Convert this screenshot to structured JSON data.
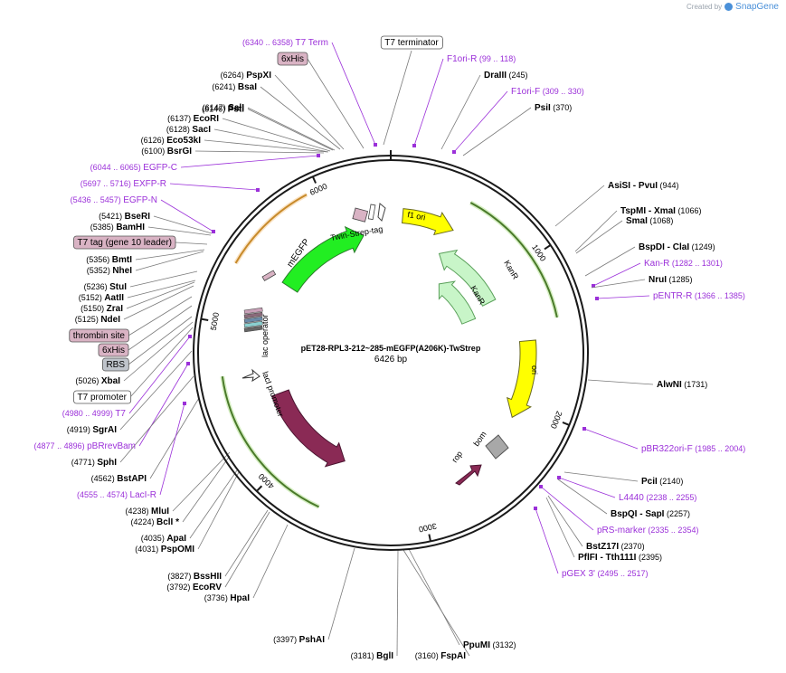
{
  "credit": {
    "prefix": "Created by",
    "brand": "SnapGene",
    "icon": "snapgene-logo-icon"
  },
  "plasmid": {
    "name": "pET28-RPL3-212~285-mEGFP(A206K)-TwStrep",
    "length_label": "6426 bp",
    "length": 6426
  },
  "colors": {
    "backbone": "#1a1a1a",
    "site_text": "#000000",
    "primer": "#9b30d9",
    "feature_box": "#d9b3c4",
    "grey_box": "#bfc4cb"
  },
  "ticks": [
    "1000",
    "2000",
    "3000",
    "4000",
    "5000",
    "6000"
  ],
  "labels": [
    {
      "kind": "primer",
      "range": "(6340 .. 6358)",
      "name": "T7 Term"
    },
    {
      "kind": "featurebox",
      "name": "6xHis"
    },
    {
      "kind": "site",
      "pos": "(6264)",
      "name": "PspXI"
    },
    {
      "kind": "site",
      "pos": "(6241)",
      "name": "BsaI"
    },
    {
      "kind": "site",
      "pos": "(6147)",
      "name": "SalI"
    },
    {
      "kind": "site",
      "pos": "(6146)",
      "name": "PstI"
    },
    {
      "kind": "site",
      "pos": "(6137)",
      "name": "EcoRI"
    },
    {
      "kind": "site",
      "pos": "(6128)",
      "name": "SacI"
    },
    {
      "kind": "site",
      "pos": "(6126)",
      "name": "Eco53kI"
    },
    {
      "kind": "site",
      "pos": "(6100)",
      "name": "BsrGI"
    },
    {
      "kind": "primer",
      "range": "(6044 .. 6065)",
      "name": "EGFP-C"
    },
    {
      "kind": "primer",
      "range": "(5697 .. 5716)",
      "name": "EXFP-R"
    },
    {
      "kind": "primer",
      "range": "(5436 .. 5457)",
      "name": "EGFP-N"
    },
    {
      "kind": "site",
      "pos": "(5421)",
      "name": "BseRI"
    },
    {
      "kind": "site",
      "pos": "(5385)",
      "name": "BamHI"
    },
    {
      "kind": "featurebox",
      "name": "T7 tag (gene 10 leader)"
    },
    {
      "kind": "site",
      "pos": "(5356)",
      "name": "BmtI"
    },
    {
      "kind": "site",
      "pos": "(5352)",
      "name": "NheI"
    },
    {
      "kind": "site",
      "pos": "(5236)",
      "name": "StuI"
    },
    {
      "kind": "site",
      "pos": "(5152)",
      "name": "AatII"
    },
    {
      "kind": "site",
      "pos": "(5150)",
      "name": "ZraI"
    },
    {
      "kind": "site",
      "pos": "(5125)",
      "name": "NdeI"
    },
    {
      "kind": "featurebox",
      "name": "thrombin site"
    },
    {
      "kind": "featurebox",
      "name": "6xHis"
    },
    {
      "kind": "greybox",
      "name": "RBS"
    },
    {
      "kind": "site",
      "pos": "(5026)",
      "name": "XbaI"
    },
    {
      "kind": "whitebox",
      "name": "T7 promoter"
    },
    {
      "kind": "primer",
      "range": "(4980 .. 4999)",
      "name": "T7"
    },
    {
      "kind": "site",
      "pos": "(4919)",
      "name": "SgrAI"
    },
    {
      "kind": "primer",
      "range": "(4877 .. 4896)",
      "name": "pBRrevBam"
    },
    {
      "kind": "site",
      "pos": "(4771)",
      "name": "SphI"
    },
    {
      "kind": "site",
      "pos": "(4562)",
      "name": "BstAPI"
    },
    {
      "kind": "primer",
      "range": "(4555 .. 4574)",
      "name": "LacI-R"
    },
    {
      "kind": "site",
      "pos": "(4238)",
      "name": "MluI"
    },
    {
      "kind": "site",
      "pos": "(4224)",
      "name": "BclI *"
    },
    {
      "kind": "site",
      "pos": "(4035)",
      "name": "ApaI"
    },
    {
      "kind": "site",
      "pos": "(4031)",
      "name": "PspOMI"
    },
    {
      "kind": "site",
      "pos": "(3827)",
      "name": "BssHII"
    },
    {
      "kind": "site",
      "pos": "(3792)",
      "name": "EcoRV"
    },
    {
      "kind": "site",
      "pos": "(3736)",
      "name": "HpaI"
    },
    {
      "kind": "site",
      "pos": "(3397)",
      "name": "PshAI"
    },
    {
      "kind": "site",
      "pos": "(3181)",
      "name": "BglI"
    },
    {
      "kind": "site",
      "pos": "(3160)",
      "name": "FspAI"
    },
    {
      "kind": "site",
      "pos": "(3132)",
      "name": "PpuMI"
    },
    {
      "kind": "whitebox",
      "name": "T7 terminator"
    },
    {
      "kind": "primer",
      "range": "(99 .. 118)",
      "name": "F1ori-R"
    },
    {
      "kind": "site",
      "pos": "(245)",
      "name": "DraIII"
    },
    {
      "kind": "primer",
      "range": "(309 .. 330)",
      "name": "F1ori-F"
    },
    {
      "kind": "site",
      "pos": "(370)",
      "name": "PsiI"
    },
    {
      "kind": "site",
      "pos": "(944)",
      "name": "AsiSI - PvuI"
    },
    {
      "kind": "site",
      "pos": "(1066)",
      "name": "TspMI - XmaI"
    },
    {
      "kind": "site",
      "pos": "(1068)",
      "name": "SmaI"
    },
    {
      "kind": "site",
      "pos": "(1249)",
      "name": "BspDI - ClaI"
    },
    {
      "kind": "primer",
      "range": "(1282 .. 1301)",
      "name": "Kan-R"
    },
    {
      "kind": "site",
      "pos": "(1285)",
      "name": "NruI"
    },
    {
      "kind": "primer",
      "range": "(1366 .. 1385)",
      "name": "pENTR-R"
    },
    {
      "kind": "site",
      "pos": "(1731)",
      "name": "AlwNI"
    },
    {
      "kind": "primer",
      "range": "(1985 .. 2004)",
      "name": "pBR322ori-F"
    },
    {
      "kind": "site",
      "pos": "(2140)",
      "name": "PciI"
    },
    {
      "kind": "primer",
      "range": "(2238 .. 2255)",
      "name": "L4440"
    },
    {
      "kind": "site",
      "pos": "(2257)",
      "name": "BspQI - SapI"
    },
    {
      "kind": "primer",
      "range": "(2335 .. 2354)",
      "name": "pRS-marker"
    },
    {
      "kind": "site",
      "pos": "(2370)",
      "name": "BstZ17I"
    },
    {
      "kind": "site",
      "pos": "(2395)",
      "name": "PflFI - Tth111I"
    },
    {
      "kind": "primer",
      "range": "(2495 .. 2517)",
      "name": "pGEX 3'"
    }
  ],
  "features": [
    {
      "name": "mEGFP",
      "color": "#22ee22"
    },
    {
      "name": "Twin-Strep-tag",
      "color": "#d9b3c4"
    },
    {
      "name": "f1 ori",
      "color": "#ffff00"
    },
    {
      "name": "KanR",
      "color": "#c8f5c8"
    },
    {
      "name": "KanR",
      "color": "#c8f5c8"
    },
    {
      "name": "ori",
      "color": "#ffff00"
    },
    {
      "name": "bom",
      "color": "#a8a8a8"
    },
    {
      "name": "rop",
      "color": "#8a2a55"
    },
    {
      "name": "lacI",
      "color": "#8a2a55"
    },
    {
      "name": "lacI promoter",
      "color": "#ffffff"
    },
    {
      "name": "lac operator",
      "color": "#ffffff"
    }
  ]
}
